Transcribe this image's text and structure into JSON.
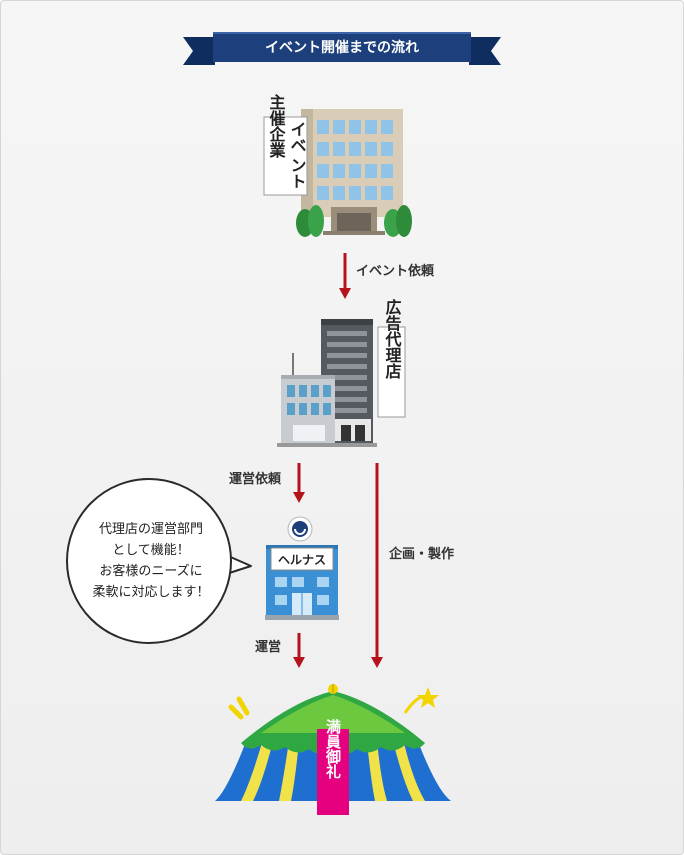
{
  "banner": {
    "title": "イベント開催までの流れ"
  },
  "nodes": {
    "organizer": {
      "label_col1": "イベ",
      "label_col1b": "ント",
      "label_col2": "主催企業"
    },
    "agency": {
      "label": "広告代理店"
    },
    "helnas": {
      "label": "ヘルナス"
    },
    "event": {
      "label": "満員御礼"
    }
  },
  "flows": {
    "event_request": "イベント依頼",
    "operation_request": "運営依頼",
    "planning": "企画・製作",
    "operation": "運営"
  },
  "bubble": {
    "line1": "代理店の運営部門",
    "line2": "として機能！",
    "line3": "お客様のニーズに",
    "line4": "柔軟に対応します！"
  },
  "colors": {
    "banner": "#1d3f7c",
    "arrow": "#b5121b",
    "tent_sign": "#e4007f"
  }
}
